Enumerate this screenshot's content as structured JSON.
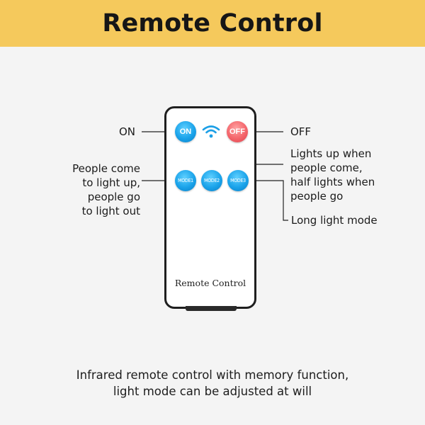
{
  "title": "Remote Control",
  "remote": {
    "on_label": "ON",
    "off_label": "OFF",
    "mode1_label": "MODE1",
    "mode2_label": "MODE2",
    "mode3_label": "MODE3",
    "brand_text": "Remote Control",
    "signal_icon": "wifi-signal-icon"
  },
  "callouts": {
    "on": "ON",
    "off": "OFF",
    "mode1": [
      "People come",
      "to light up,",
      "people go",
      "to light out"
    ],
    "mode2": [
      "Lights up when",
      "people come,",
      "half lights when",
      "people go"
    ],
    "mode3": "Long light mode"
  },
  "caption": [
    "Infrared remote control with memory function,",
    "light mode can be adjusted at will"
  ],
  "colors": {
    "banner": "#f5c95c",
    "button_blue": "#1aa3ea",
    "button_red": "#f4656b",
    "signal": "#1c9fe6"
  }
}
